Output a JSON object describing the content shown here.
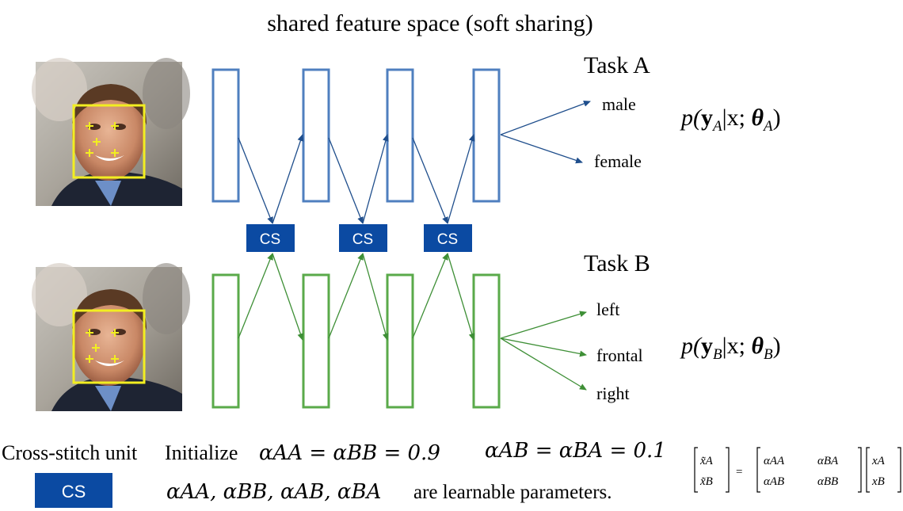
{
  "title": "shared feature space (soft sharing)",
  "task_a": {
    "label": "Task A",
    "outputs": [
      "male",
      "female"
    ],
    "formula": {
      "p": "p(",
      "y": "y",
      "sub": "A",
      "mid": "|x; ",
      "theta": "θ",
      "theta_sub": "A",
      "close": ")"
    },
    "color": "#4f7fbf",
    "arrow_color": "#1f4e8c"
  },
  "task_b": {
    "label": "Task B",
    "outputs": [
      "left",
      "frontal",
      "right"
    ],
    "formula": {
      "p": "p(",
      "y": "y",
      "sub": "B",
      "mid": "|x; ",
      "theta": "θ",
      "theta_sub": "B",
      "close": ")"
    },
    "color": "#5aaa4a",
    "arrow_color": "#3e8f36"
  },
  "cs_units": [
    "CS",
    "CS",
    "CS"
  ],
  "cs_color": "#0b4aa2",
  "legend": {
    "unit_label": "Cross-stitch unit",
    "cs_label": "CS",
    "initialize_text": "Initialize",
    "init_eq_1": "αAA = αBB = 0.9",
    "init_eq_2": "αAB = αBA = 0.1",
    "learnable_params": "αAA, αBB, αAB, αBA",
    "learnable_text": "are learnable parameters.",
    "matrix": {
      "lhs": [
        "x̃A",
        "x̃B"
      ],
      "coef": [
        [
          "αAA",
          "αBA"
        ],
        [
          "αAB",
          "αBB"
        ]
      ],
      "rhs": [
        "xA",
        "xB"
      ]
    }
  },
  "face_box_color": "#f2ee21"
}
